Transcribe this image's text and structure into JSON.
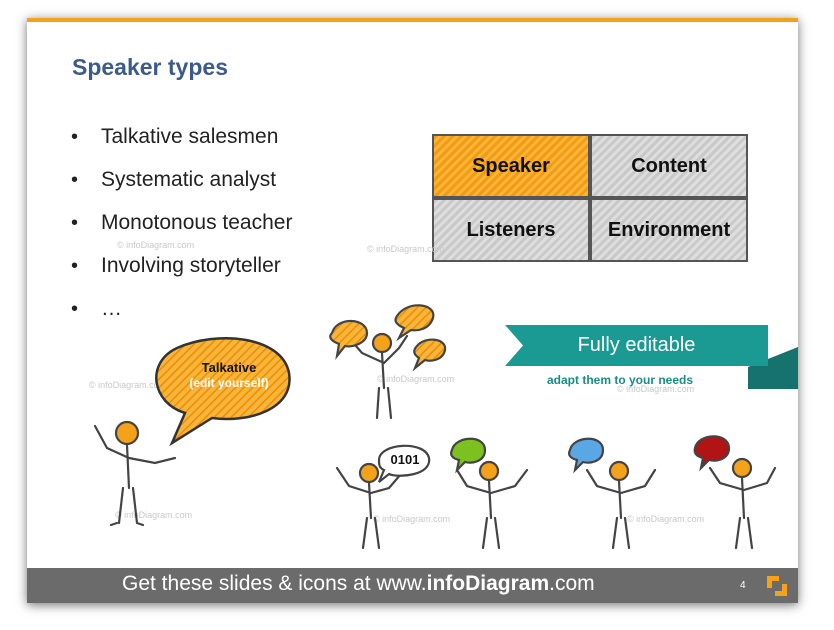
{
  "slide": {
    "title": "Speaker types",
    "bullets": [
      "Talkative salesmen",
      "Systematic analyst",
      "Monotonous teacher",
      "Involving storyteller",
      "…"
    ],
    "grid": {
      "speaker": "Speaker",
      "content": "Content",
      "listeners": "Listeners",
      "environment": "Environment"
    },
    "banner": {
      "title": "Fully editable",
      "subtitle": "adapt them to your needs"
    },
    "bubbles": {
      "talkative_line1": "Talkative",
      "talkative_line2": "(edit yourself)",
      "binary": "0101"
    },
    "watermark": "© infoDiagram.com",
    "footer": {
      "prefix": "Get these slides & icons at www.",
      "brand": "infoDiagram",
      "suffix": ".com",
      "page": "4"
    }
  },
  "colors": {
    "accent": "#f5a21b",
    "title": "#3d5b8a",
    "teal": "#1b9a93",
    "green": "#7cc11f",
    "blue": "#5aa7e6",
    "red": "#b01414",
    "footer": "#6b6b6b"
  }
}
